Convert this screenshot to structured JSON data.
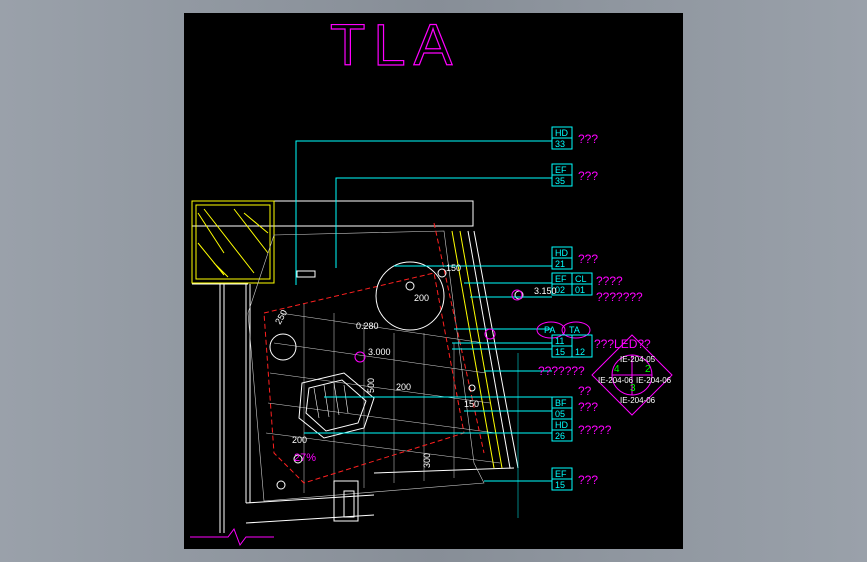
{
  "drawing": {
    "title": "TLA",
    "colors": {
      "background": "#000000",
      "title": "#ff00ff",
      "leader": "#00ffff",
      "note": "#ff00ff",
      "wall": "#ffffff",
      "hatch": "#ffff00",
      "dashed": "#ff2020"
    }
  },
  "tags": [
    {
      "code": "HD",
      "num": "33",
      "note": "???"
    },
    {
      "code": "EF",
      "num": "35",
      "note": "???"
    },
    {
      "code": "HD",
      "num": "21",
      "note": "???"
    },
    {
      "code": "CL",
      "num": "01",
      "code2": "EF",
      "num2": "02",
      "note": "????",
      "note2": "???????"
    },
    {
      "code": "PA",
      "num": "11",
      "code2": "TA",
      "num2": "12",
      "extra": "15",
      "note": "???LED??"
    },
    {
      "code": "",
      "num": "",
      "note": "???????"
    },
    {
      "code": "",
      "num": "",
      "note": "??"
    },
    {
      "code": "BF",
      "num": "05",
      "note": "???"
    },
    {
      "code": "HD",
      "num": "26",
      "note": "?????"
    },
    {
      "code": "EF",
      "num": "15",
      "note": "???"
    }
  ],
  "dimensions": {
    "d200_top": "200",
    "d3150": "3.150",
    "d0280": "0.280",
    "d3000": "3.000",
    "d200_mid": "200",
    "d500": "500",
    "d200_low": "200",
    "d250": "250",
    "d150": "150",
    "d150b": "150",
    "d27": "27%",
    "d300": "300"
  },
  "section_marker": {
    "top": "IE-204-05",
    "left_num": "4",
    "right_num": "2",
    "bottom_num": "3",
    "mid": "IE-204-06",
    "mid_left": "IE-204-06",
    "bottom": "IE-204-06"
  }
}
